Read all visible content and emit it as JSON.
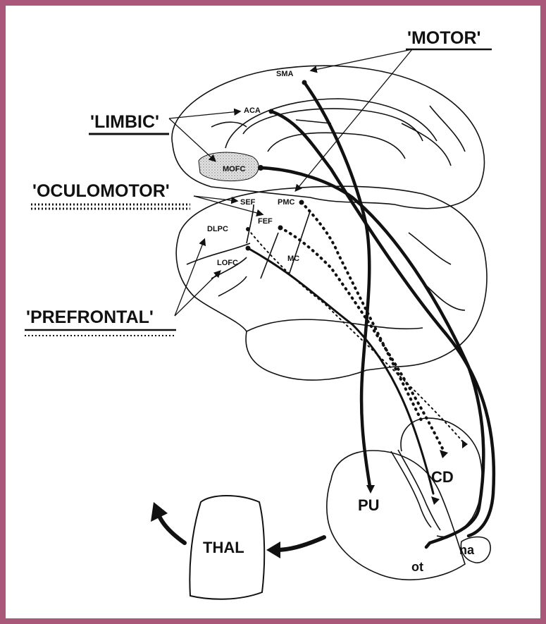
{
  "colors": {
    "frame": "#a9587a",
    "ink": "#111111",
    "shade": "#cfcfcf"
  },
  "loops": {
    "motor": "'MOTOR'",
    "limbic": "'LIMBIC'",
    "oculomotor": "'OCULOMOTOR'",
    "prefrontal": "'PREFRONTAL'"
  },
  "cortex": {
    "sma": "SMA",
    "aca": "ACA",
    "mofc": "MOFC",
    "sef": "SEF",
    "pmc": "PMC",
    "fef": "FEF",
    "dlpc": "DLPC",
    "mc": "MC",
    "lofc": "LOFC"
  },
  "subcortical": {
    "cd": "CD",
    "pu": "PU",
    "thal": "THAL",
    "na": "na",
    "ot": "ot"
  }
}
